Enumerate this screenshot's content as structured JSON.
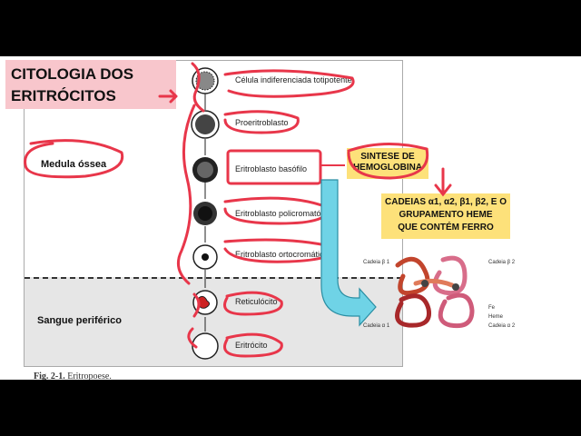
{
  "title": "CITOLOGIA DOS\nERITRÓCITOS",
  "regions": {
    "bone_marrow": "Medula óssea",
    "peripheral_blood": "Sangue periférico"
  },
  "stages": [
    {
      "label": "Célula indiferenciada totipotente"
    },
    {
      "label": "Proeritroblasto"
    },
    {
      "label": "Eritroblasto basófilo"
    },
    {
      "label": "Eritroblasto policromatófilo"
    },
    {
      "label": "Eritroblasto ortocromático"
    },
    {
      "label": "Reticulócito"
    },
    {
      "label": "Eritrócito"
    }
  ],
  "caption": {
    "fig": "Fig. 2-1.",
    "text": " Eritropoese."
  },
  "callouts": {
    "sintese": "SINTESE DE HEMOGLOBINA",
    "cadeias_line1": "CADEIAS α1, α2, β1, β2, E O",
    "cadeias_line2": "GRUPAMENTO HEME",
    "cadeias_line3": "QUE CONTÉM FERRO"
  },
  "hemoglobin_labels": {
    "beta1": "Cadeia β 1",
    "beta2": "Cadeia β 2",
    "alpha1": "Cadeia α 1",
    "alpha2": "Cadeia α 2",
    "fe": "Fe",
    "heme": "Heme"
  },
  "colors": {
    "annotation_red": "#e8364a",
    "callout_yellow": "#fde17a",
    "arrow_cyan": "#6fd3e6",
    "title_pink": "#f8c6cc"
  }
}
